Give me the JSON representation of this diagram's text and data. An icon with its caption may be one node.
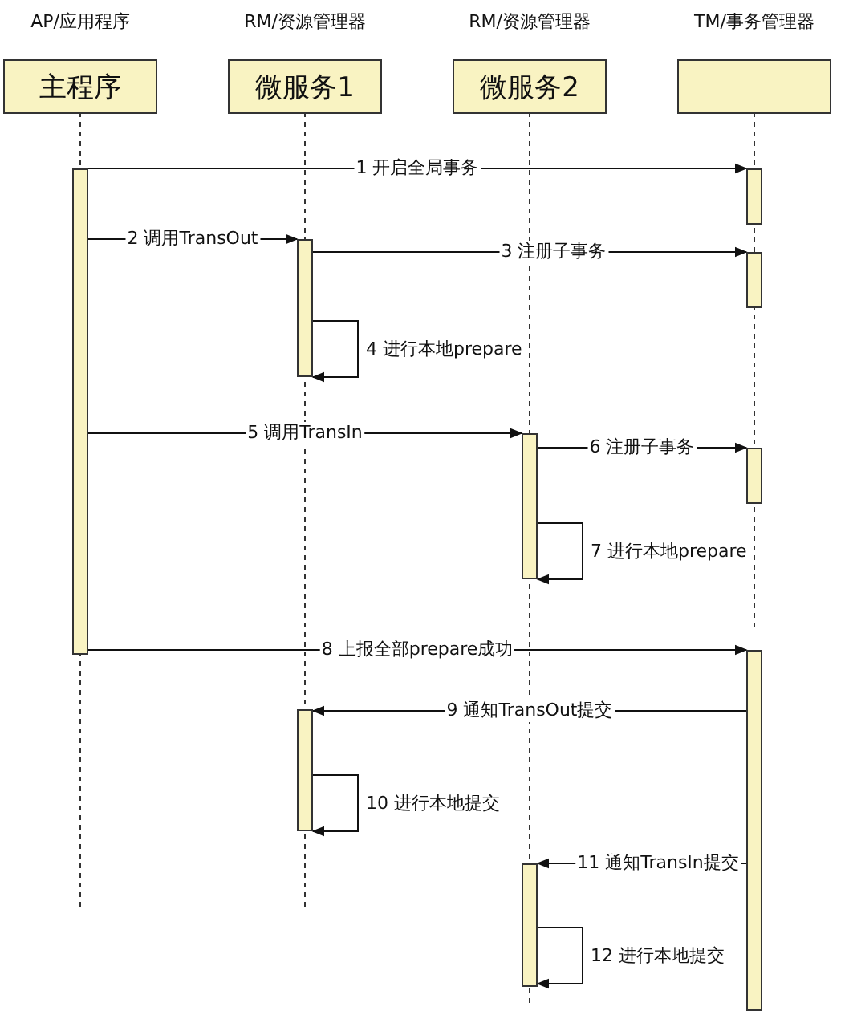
{
  "diagram": {
    "nodes": [
      {
        "text": [
          "AP/应用程序",
          "主程序"
        ]
      },
      {
        "text": [
          "RM/资源管理器",
          "微服务1"
        ]
      },
      {
        "text": [
          "RM/资源管理器",
          "微服务2"
        ]
      },
      {
        "text": [
          "TM/事务管理器"
        ]
      },
      {
        "text": [],
        "shape": "bar"
      },
      {
        "text": [],
        "shape": "bar"
      },
      {
        "text": [],
        "shape": "bar"
      },
      {
        "text": [],
        "shape": "bar"
      },
      {
        "text": [],
        "shape": "bar"
      },
      {
        "text": [],
        "shape": "bar"
      },
      {
        "text": [],
        "shape": "bar"
      },
      {
        "text": [],
        "shape": "bar"
      },
      {
        "text": [],
        "shape": "bar"
      }
    ],
    "edges": [
      {
        "from": 4,
        "to": 9,
        "arrow": "to",
        "label": "1 开启全局事务"
      },
      {
        "from": 4,
        "to": 5,
        "arrow": "to",
        "label": "2 调用TransOut"
      },
      {
        "from": 5,
        "to": 10,
        "arrow": "to",
        "label": "3 注册子事务"
      },
      {
        "from": 5,
        "to": 5,
        "arrow": "to",
        "label": "4 进行本地prepare"
      },
      {
        "from": 4,
        "to": 7,
        "arrow": "to",
        "label": "5 调用TransIn"
      },
      {
        "from": 7,
        "to": 11,
        "arrow": "to",
        "label": "6 注册子事务"
      },
      {
        "from": 7,
        "to": 7,
        "arrow": "to",
        "label": "7 进行本地prepare"
      },
      {
        "from": 4,
        "to": 12,
        "arrow": "to",
        "label": "8 上报全部prepare成功"
      },
      {
        "from": 12,
        "to": 6,
        "arrow": "to",
        "label": "9 通知TransOut提交"
      },
      {
        "from": 6,
        "to": 6,
        "arrow": "to",
        "label": "10 进行本地提交"
      },
      {
        "from": 12,
        "to": 8,
        "arrow": "to",
        "label": "11 通知TransIn提交"
      },
      {
        "from": 8,
        "to": 8,
        "arrow": "to",
        "label": "12 进行本地提交"
      }
    ]
  }
}
